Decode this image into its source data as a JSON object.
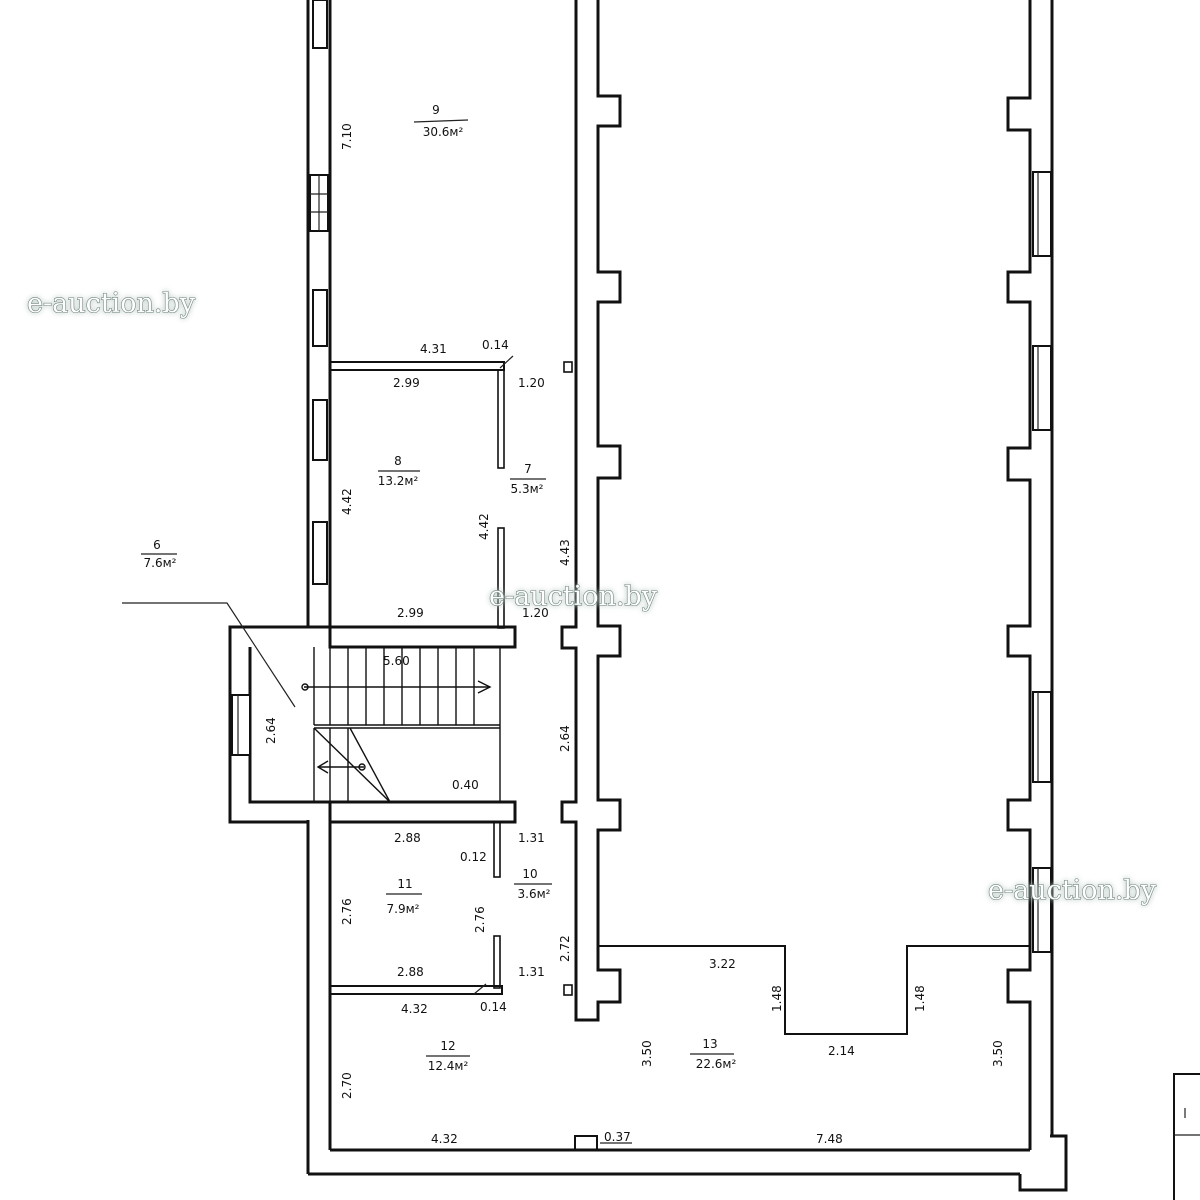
{
  "watermark": {
    "text": "e-auction.by"
  },
  "rooms": {
    "r9": {
      "number": "9",
      "area": "30.6м²"
    },
    "r8": {
      "number": "8",
      "area": "13.2м²"
    },
    "r7": {
      "number": "7",
      "area": "5.3м²"
    },
    "r6": {
      "number": "6",
      "area": "7.6м²"
    },
    "r10": {
      "number": "10",
      "area": "3.6м²"
    },
    "r11": {
      "number": "11",
      "area": "7.9м²"
    },
    "r12": {
      "number": "12",
      "area": "12.4м²"
    },
    "r13": {
      "number": "13",
      "area": "22.6м²"
    }
  },
  "dimensions": {
    "d_710": "7.10",
    "d_431": "4.31",
    "d_014a": "0.14",
    "d_299a": "2.99",
    "d_120a": "1.20",
    "d_442a": "4.42",
    "d_442b": "4.42",
    "d_443": "4.43",
    "d_299b": "2.99",
    "d_120b": "1.20",
    "d_560": "5.60",
    "d_264a": "2.64",
    "d_264b": "2.64",
    "d_040": "0.40",
    "d_288a": "2.88",
    "d_131a": "1.31",
    "d_012": "0.12",
    "d_276a": "2.76",
    "d_276b": "2.76",
    "d_272": "2.72",
    "d_288b": "2.88",
    "d_131b": "1.31",
    "d_432a": "4.32",
    "d_014b": "0.14",
    "d_322": "3.22",
    "d_148a": "1.48",
    "d_148b": "1.48",
    "d_214": "2.14",
    "d_350a": "3.50",
    "d_350b": "3.50",
    "d_270": "2.70",
    "d_432b": "4.32",
    "d_037": "0.37",
    "d_748": "7.48"
  }
}
